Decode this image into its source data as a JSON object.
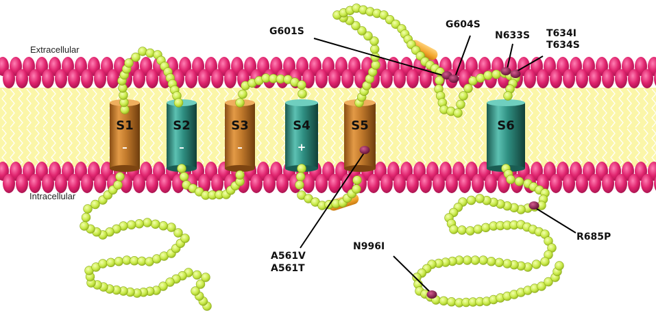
{
  "regions": {
    "extracellular": "Extracellular",
    "intracellular": "Intracellular"
  },
  "segments": [
    {
      "id": "s1",
      "label": "S1",
      "charge": "–",
      "color": "#c27a2c"
    },
    {
      "id": "s2",
      "label": "S2",
      "charge": "–",
      "color": "#2f8f82"
    },
    {
      "id": "s3",
      "label": "S3",
      "charge": "–",
      "color": "#c27a2c"
    },
    {
      "id": "s4",
      "label": "S4",
      "charge": "+",
      "color": "#2f8f82"
    },
    {
      "id": "s5",
      "label": "S5",
      "charge": "",
      "color": "#c27a2c"
    },
    {
      "id": "s6",
      "label": "S6",
      "charge": "",
      "color": "#2f8f82"
    }
  ],
  "mutations": {
    "g601s": "G601S",
    "g604s": "G604S",
    "n633s": "N633S",
    "t634i": "T634I",
    "t634s": "T634S",
    "a561v": "A561V",
    "a561t": "A561T",
    "r685p": "R685P",
    "n996i": "N996I"
  },
  "colors": {
    "membrane_head": "#e0246e",
    "lipid_tail": "#f7f37a",
    "bead": "#c9ea4a",
    "mutation_site": "#8e1c4e",
    "helix": "#f2a52c"
  }
}
